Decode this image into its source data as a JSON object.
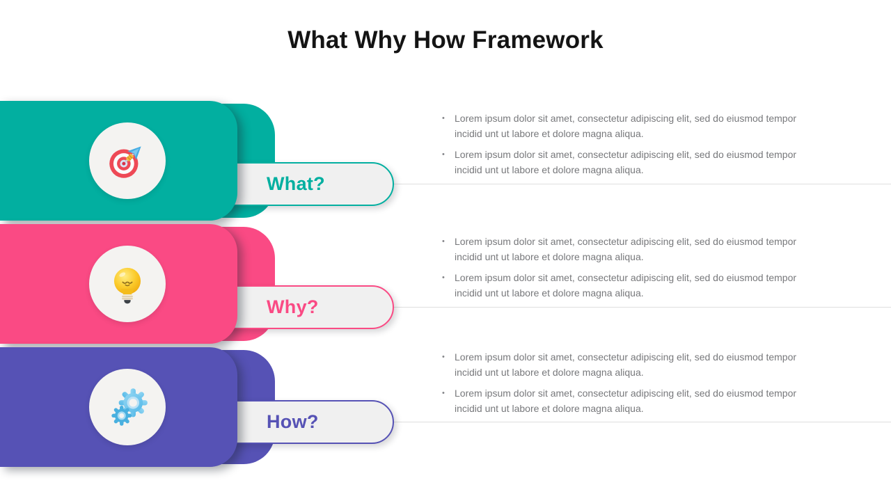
{
  "slide": {
    "title": "What Why How Framework",
    "background": "#FFFFFF"
  },
  "sections": [
    {
      "label": "What?",
      "color": "#02AFA0",
      "icon": "dartboard-target-icon",
      "bullets": [
        "Lorem ipsum dolor sit amet, consectetur adipiscing elit, sed do eiusmod tempor incidid unt ut labore et dolore magna aliqua.",
        "Lorem ipsum dolor sit amet, consectetur adipiscing elit, sed do eiusmod tempor incidid unt ut labore et dolore magna aliqua."
      ]
    },
    {
      "label": "Why?",
      "color": "#FA4A84",
      "icon": "lightbulb-icon",
      "bullets": [
        "Lorem ipsum dolor sit amet, consectetur adipiscing elit, sed do eiusmod tempor incidid unt ut labore et dolore magna aliqua.",
        "Lorem ipsum dolor sit amet, consectetur adipiscing elit, sed do eiusmod tempor incidid unt ut labore et dolore magna aliqua."
      ]
    },
    {
      "label": "How?",
      "color": "#5652B5",
      "icon": "gears-icon",
      "bullets": [
        "Lorem ipsum dolor sit amet, consectetur adipiscing elit, sed do eiusmod tempor incidid unt ut labore et dolore magna aliqua.",
        "Lorem ipsum dolor sit amet, consectetur adipiscing elit, sed do eiusmod tempor incidid unt ut labore et dolore magna aliqua."
      ]
    }
  ],
  "styles": {
    "bullet_char": "•",
    "pill_background": "#F0F0F0",
    "body_text_color": "#77787B",
    "divider_color": "#DEDEDE",
    "icon_circle_color": "#F4F3F1",
    "title_color": "#141414"
  }
}
